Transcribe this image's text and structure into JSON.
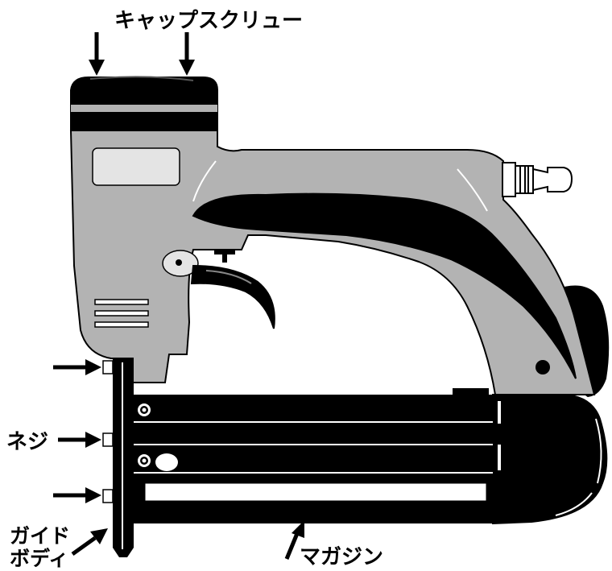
{
  "labels": {
    "cap_screw": "キャップスクリュー",
    "screw": "ネジ",
    "guide_body_line1": "ガイド",
    "guide_body_line2": "ボディ",
    "magazine": "マガジン"
  },
  "colors": {
    "body_gray": "#b3b3b3",
    "ink": "#000000",
    "paper": "#ffffff",
    "label_plate": "#e4e4e4"
  }
}
